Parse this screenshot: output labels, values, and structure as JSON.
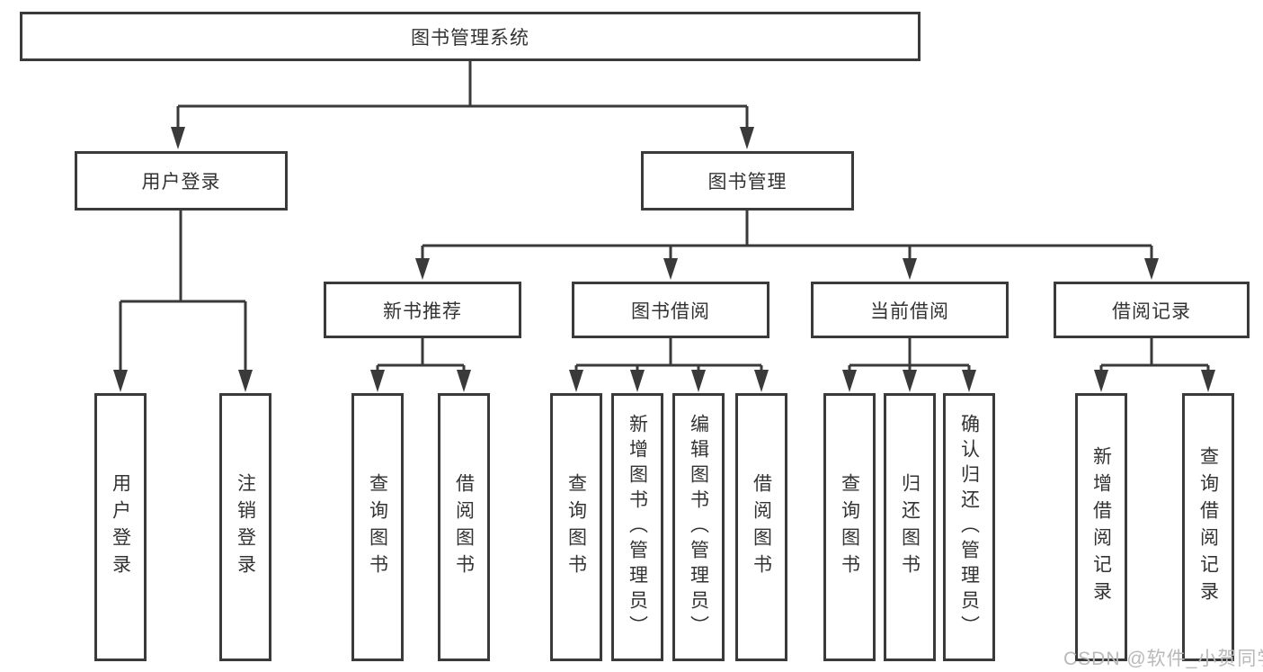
{
  "diagram": {
    "type": "hierarchy-tree",
    "root": {
      "label": "图书管理系统",
      "children": [
        {
          "label": "用户登录",
          "children": [
            {
              "label": "用户登录"
            },
            {
              "label": "注销登录"
            }
          ]
        },
        {
          "label": "图书管理",
          "children": [
            {
              "label": "新书推荐",
              "children": [
                {
                  "label": "查询图书"
                },
                {
                  "label": "借阅图书"
                }
              ]
            },
            {
              "label": "图书借阅",
              "children": [
                {
                  "label": "查询图书"
                },
                {
                  "label": "新增图书（管理员）"
                },
                {
                  "label": "编辑图书（管理员）"
                },
                {
                  "label": "借阅图书"
                }
              ]
            },
            {
              "label": "当前借阅",
              "children": [
                {
                  "label": "查询图书"
                },
                {
                  "label": "归还图书"
                },
                {
                  "label": "确认归还（管理员）"
                }
              ]
            },
            {
              "label": "借阅记录",
              "children": [
                {
                  "label": "新增借阅记录"
                },
                {
                  "label": "查询借阅记录"
                }
              ]
            }
          ]
        }
      ]
    }
  },
  "watermark": {
    "text": "CSDN @软件_小贺同学"
  },
  "colors": {
    "line": "#3a3a3a",
    "text": "#333333",
    "watermark": "#b9b9b9",
    "background": "#ffffff"
  }
}
